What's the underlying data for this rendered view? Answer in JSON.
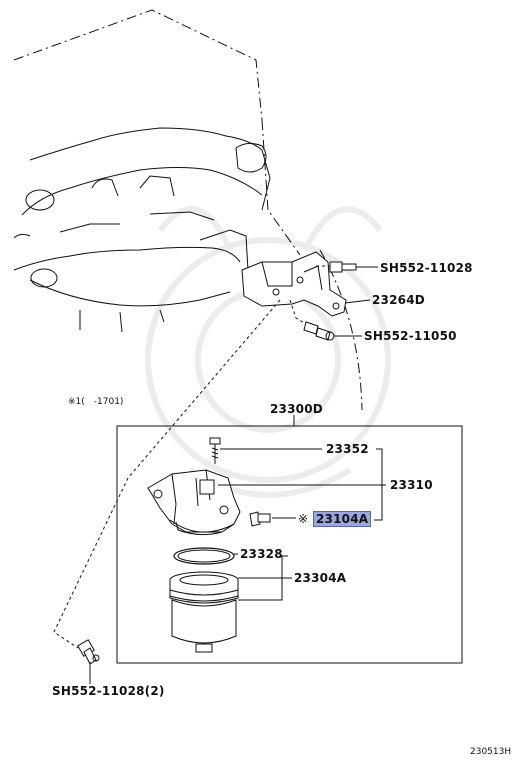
{
  "labels": {
    "bolt_upper": "SH552-11028",
    "bracket": "23264D",
    "bolt_mid": "SH552-11050",
    "note_range": "※1(　-1701)",
    "assembly": "23300D",
    "screw": "23352",
    "body": "23310",
    "plug_prefix": "※",
    "plug": "23104A",
    "gasket": "23328",
    "element": "23304A",
    "bolt_lower": "SH552-11028(2)",
    "ref_code": "230513H"
  },
  "colors": {
    "highlight": "#9aa6e0",
    "line": "#111111"
  }
}
